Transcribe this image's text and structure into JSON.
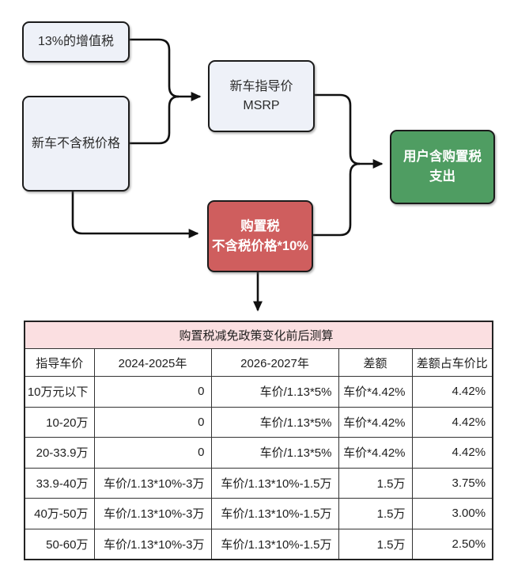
{
  "flowchart": {
    "nodes": {
      "vat": {
        "label": "13%的增值税"
      },
      "pre_tax_price": {
        "label": "新车不含税价格"
      },
      "msrp": {
        "line1": "新车指导价",
        "line2": "MSRP"
      },
      "purchase_tax": {
        "line1": "购置税",
        "line2": "不含税价格*10%"
      },
      "user_expense": {
        "line1": "用户含购置税",
        "line2": "支出"
      }
    },
    "colors": {
      "light_node_fill": "#eef1f8",
      "node_border": "#1b1b1b",
      "purchase_tax_fill": "#cf5e5e",
      "user_expense_fill": "#4f9d62",
      "arrow": "#111111"
    }
  },
  "table": {
    "title": "购置税减免政策变化前后测算",
    "title_bg": "#fbdfe1",
    "headers": [
      "指导车价",
      "2024-2025年",
      "2026-2027年",
      "差额",
      "差额占车价比"
    ],
    "rows": [
      [
        "10万元以下",
        "0",
        "车价/1.13*5%",
        "车价*4.42%",
        "4.42%"
      ],
      [
        "10-20万",
        "0",
        "车价/1.13*5%",
        "车价*4.42%",
        "4.42%"
      ],
      [
        "20-33.9万",
        "0",
        "车价/1.13*5%",
        "车价*4.42%",
        "4.42%"
      ],
      [
        "33.9-40万",
        "车价/1.13*10%-3万",
        "车价/1.13*10%-1.5万",
        "1.5万",
        "3.75%"
      ],
      [
        "40万-50万",
        "车价/1.13*10%-3万",
        "车价/1.13*10%-1.5万",
        "1.5万",
        "3.00%"
      ],
      [
        "50-60万",
        "车价/1.13*10%-3万",
        "车价/1.13*10%-1.5万",
        "1.5万",
        "2.50%"
      ]
    ]
  }
}
